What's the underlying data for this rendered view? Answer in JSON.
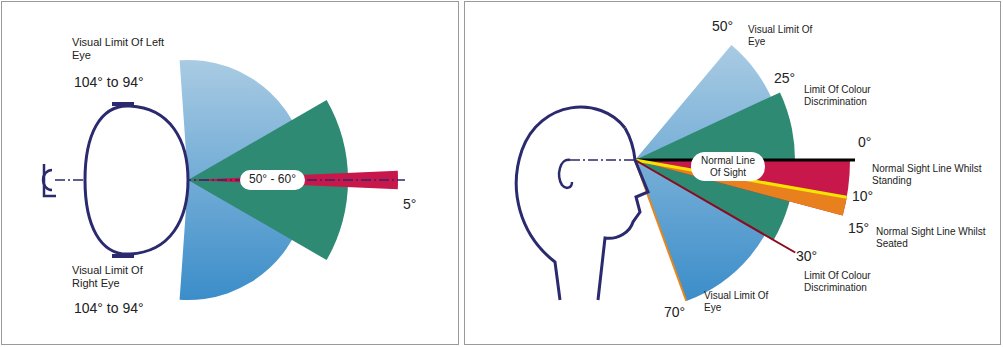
{
  "diagram": {
    "nodes": [
      {
        "text": [
          "50° - 60°"
        ]
      },
      {
        "text": [
          "Normal Line Of Sight"
        ]
      }
    ],
    "labels": [
      "Visual Limit Of Left Eye",
      "104° to 94°",
      "Visual Limit Of Right Eye",
      "104° to 94°",
      "5°",
      "50°",
      "Visual Limit Of Eye",
      "25°",
      "Limit Of Colour Discrimination",
      "0°",
      "Normal Sight Line Whilst Standing",
      "10°",
      "15°",
      "Normal Sight Line Whilst Seated",
      "30°",
      "Limit Of Colour Discrimination",
      "70°",
      "Visual Limit Of Eye"
    ]
  }
}
